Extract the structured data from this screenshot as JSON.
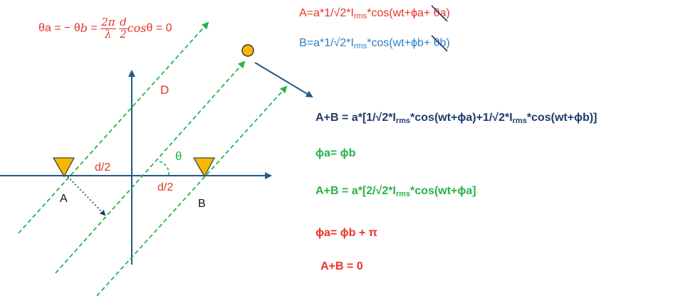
{
  "formula_top": {
    "lhs": "θa = − θ",
    "b": "b",
    "eq": "=",
    "num": "2π",
    "den": "λ",
    "num2": "d",
    "den2": "2",
    "cos": "cos",
    "rhs": "θ = 0"
  },
  "labels": {
    "D": "D",
    "d2_left": "d/2",
    "d2_right": "d/2",
    "theta": "θ",
    "A": "A",
    "B": "B"
  },
  "eqA": {
    "pre": "A=a*1/√2*I",
    "sub": "rms",
    "post": "*cos(wt+ϕa+ ",
    "struck": "θa",
    "end": ")"
  },
  "eqB": {
    "pre": "B=a*1/√2*I",
    "sub": "rms",
    "post": "*cos(wt+ϕb+ ",
    "struck": "θb",
    "end": ")"
  },
  "sum1": {
    "p1": "A+B = a*[1/√2*I",
    "s1": "rms",
    "p2": "*cos(wt+ϕa)+1/√2*I",
    "s2": "rms",
    "p3": "*cos(wt+ϕb)]"
  },
  "phase_eq": "ϕa= ϕb",
  "sum2": {
    "p1": "A+B = a*[2/√2*I",
    "s1": "rms",
    "p2": "*cos(wt+ϕa]"
  },
  "phase_pi": "ϕa= ϕb + π",
  "result": "A+B = 0",
  "colors": {
    "red": "#e8332a",
    "blue": "#2e7fc2",
    "navy": "#1f3a6e",
    "green": "#27b24a",
    "source": "#f6b800",
    "antenna": "#f6b800"
  }
}
